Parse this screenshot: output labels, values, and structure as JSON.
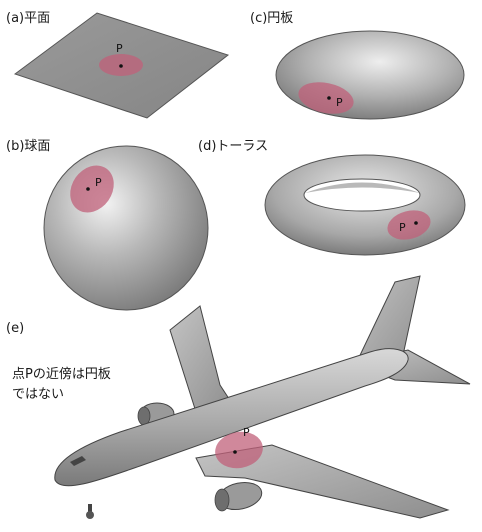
{
  "labels": {
    "a": "(a)平面",
    "b": "(b)球面",
    "c": "(c)円板",
    "d": "(d)トーラス",
    "e": "(e)"
  },
  "point_label": "P",
  "note": {
    "line1": "点Pの近傍は円板",
    "line2": "ではない"
  },
  "colors": {
    "surface": "#8f8f8f",
    "neighborhood": "#c0607a",
    "outline": "#333333"
  }
}
